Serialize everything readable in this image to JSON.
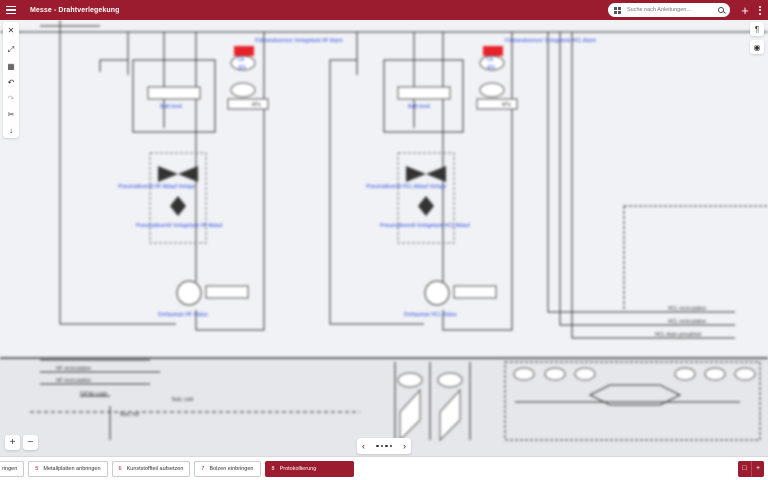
{
  "header": {
    "title": "Messe - Drahtverlegekung",
    "search_placeholder": "Suche nach Anleitungen...",
    "add_label": "+"
  },
  "diagram": {
    "hf": {
      "alarm": "Füllstandssensor Vorlagetank HF Alarm",
      "la": "LA",
      "la_id": "301",
      "bath": "Bath level",
      "valve1": "Pneumatikventil HF Ablauf Vorlage",
      "valve2": "Pneumatikventil Vorlagetank HF Ablauf",
      "pump": "Drehpumpe HF Status"
    },
    "hcl": {
      "alarm": "Füllstandssensor Vorlagetank HCL Alarm",
      "la": "LA",
      "la_id": "401",
      "bath": "Bath level",
      "valve1": "Pneumatikventil HCL Ablauf Vorlage",
      "valve2": "Pneumatikventil Vorlagetank HCL Ablauf",
      "pump": "Drehpumpe HCL Status"
    },
    "unit_kpa": "kPa",
    "right_lines": [
      "HCL recirculation",
      "HCL recirculation",
      "HCL drain presalinist"
    ],
    "lower_labels": [
      "HF recirculation",
      "HF recirculation",
      "DEW cold",
      "fluid, cold",
      "fluid, hot"
    ]
  },
  "toolbar_left": {
    "close": "✕",
    "fit": "⤢",
    "grid": "▦",
    "undo": "↶",
    "redo": "↷",
    "tool": "✂",
    "down": "↓"
  },
  "toolbar_right": {
    "paragraph": "¶",
    "eye": "◉"
  },
  "zoom": {
    "in": "+",
    "out": "−"
  },
  "pager": {
    "prev": "‹",
    "next": "›"
  },
  "steps": [
    {
      "num": "",
      "label": "ringen"
    },
    {
      "num": "5",
      "label": "Metallplatten anbringen"
    },
    {
      "num": "6",
      "label": "Kunststoffteil aufsetzen"
    },
    {
      "num": "7",
      "label": "Bolzen einbringen"
    },
    {
      "num": "8",
      "label": "Protokollierung"
    }
  ],
  "end_buttons": {
    "a": "□",
    "b": "+"
  },
  "colors": {
    "brand": "#9b1b2f",
    "alarm": "#e8222a",
    "label_blue": "#1f3fe0"
  }
}
